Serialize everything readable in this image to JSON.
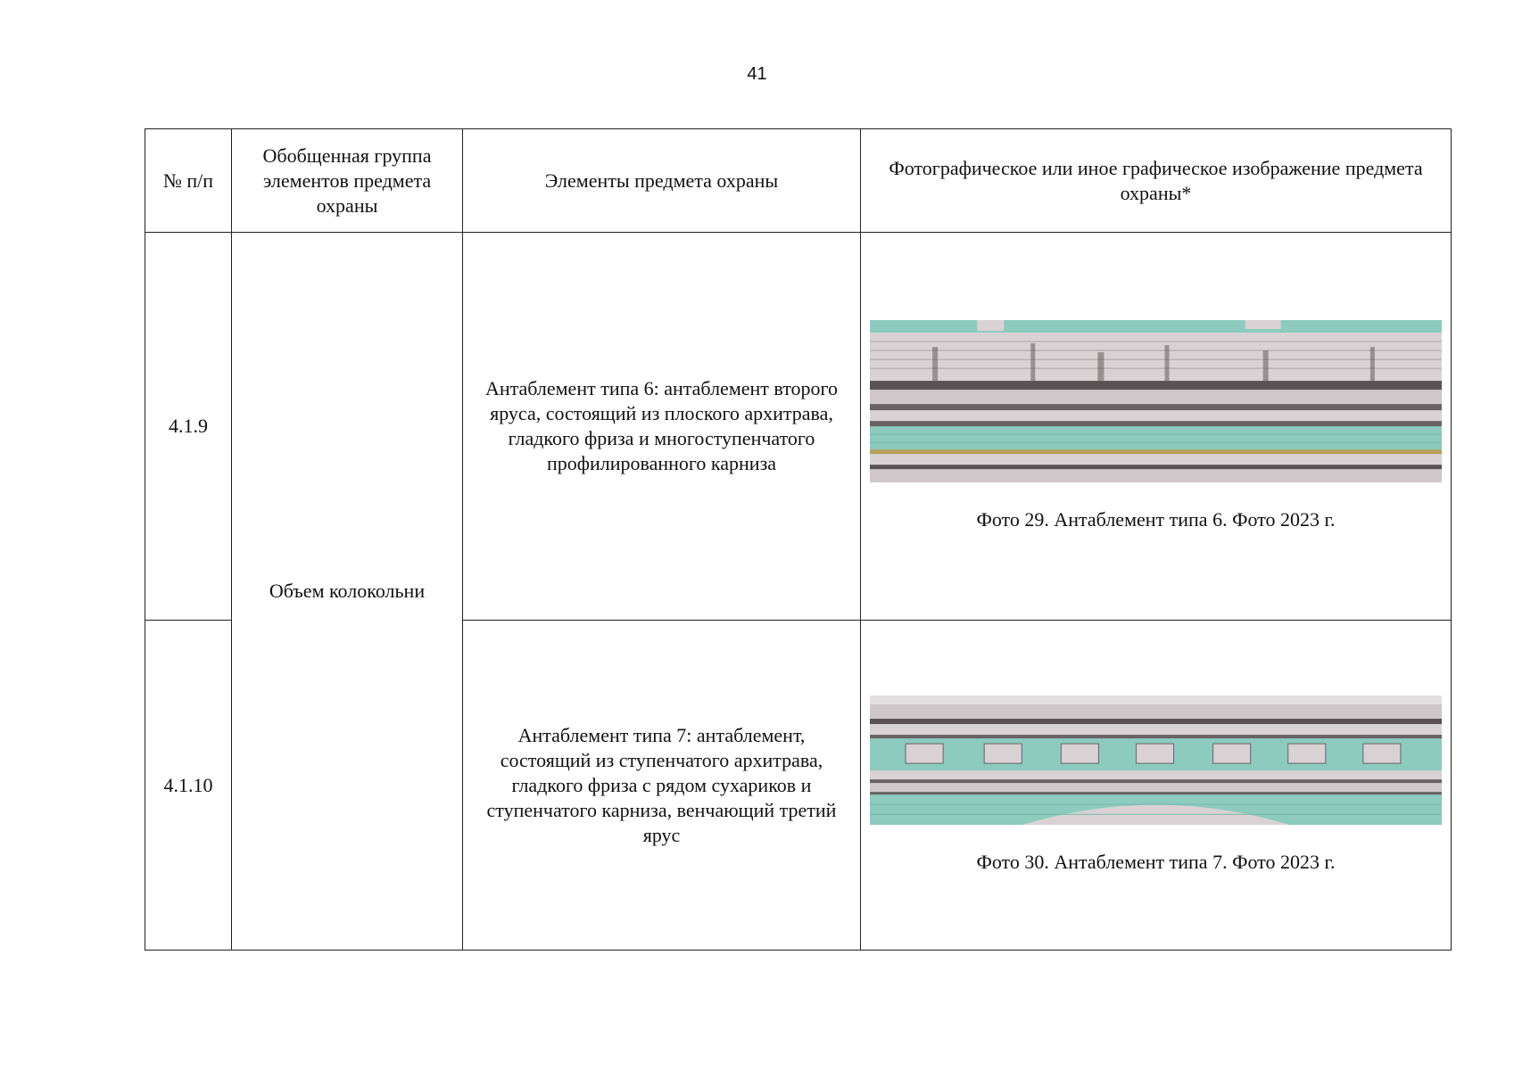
{
  "page": {
    "number": "41"
  },
  "table": {
    "headers": {
      "num": "№ п/п",
      "group": "Обобщенная группа элементов предмета охраны",
      "elements": "Элементы предмета охраны",
      "image": "Фотографическое или иное графическое изображение предмета охраны*"
    },
    "group_value": "Объем колокольни",
    "rows": [
      {
        "num": "4.1.9",
        "element": "Антаблемент типа 6: антаблемент второго яруса, состоящий из плоского архитрава, гладкого фриза и многоступенчатого профилированного карниза",
        "caption": "Фото 29. Антаблемент типа 6. Фото 2023 г."
      },
      {
        "num": "4.1.10",
        "element": "Антаблемент типа 7: антаблемент, состоящий из ступенчатого архитрава, гладкого фриза с рядом сухариков и ступенчатого карниза, венчающий третий ярус",
        "caption": "Фото 30. Антаблемент типа 7. Фото 2023 г."
      }
    ]
  },
  "colors": {
    "plaster_light": "#d9d2d4",
    "wall_turquoise": "#8ccbbe",
    "shadow_dark": "#4a4344"
  }
}
